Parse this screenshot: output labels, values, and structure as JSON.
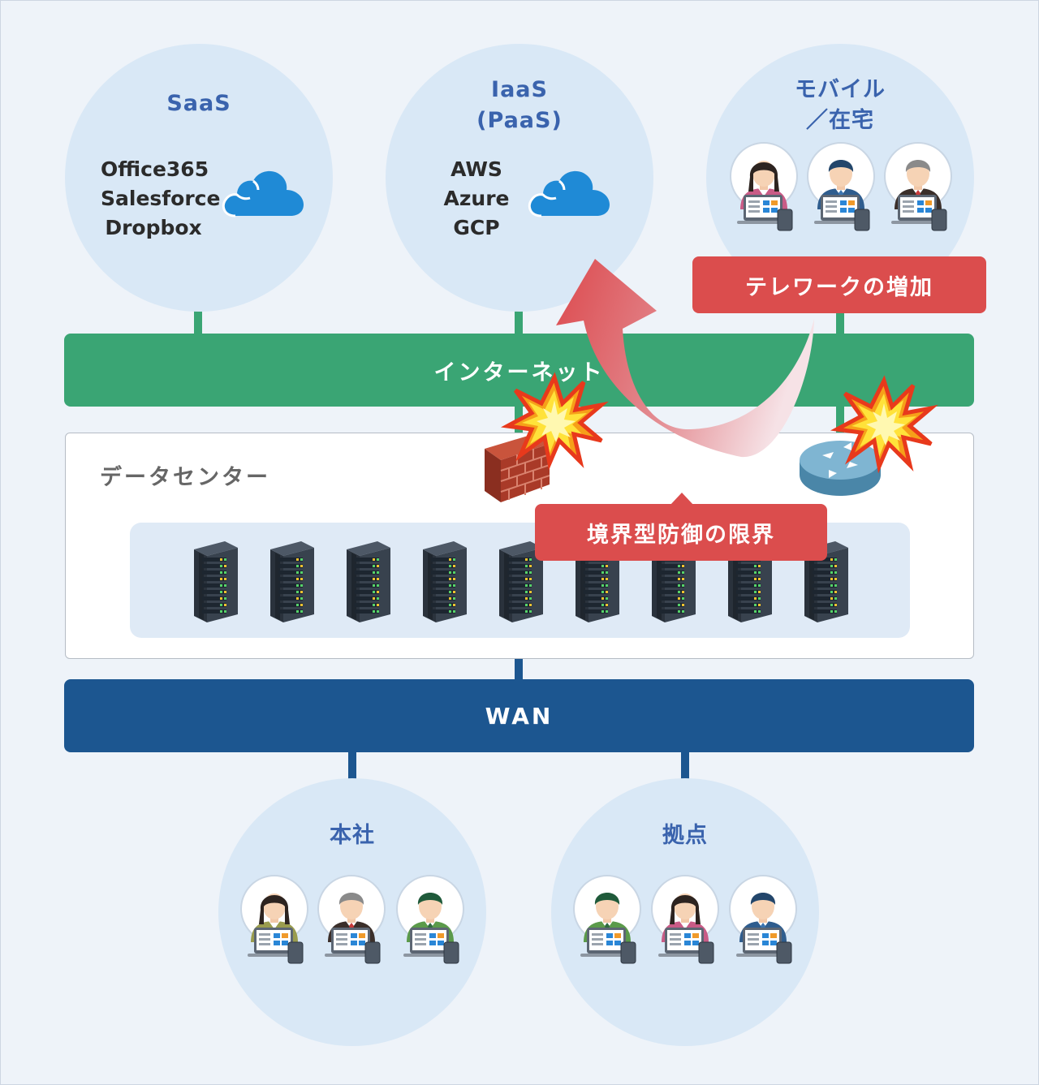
{
  "clouds": {
    "saas": {
      "title": "SaaS",
      "services": [
        "Office365",
        "Salesforce",
        "Dropbox"
      ]
    },
    "iaas": {
      "title": "IaaS\n(PaaS)",
      "services": [
        "AWS",
        "Azure",
        "GCP"
      ]
    },
    "mobile": {
      "title": "モバイル\n／在宅"
    }
  },
  "internet_label": "インターネット",
  "datacenter_label": "データセンター",
  "wan_label": "WAN",
  "sites": {
    "hq": {
      "title": "本社"
    },
    "branch": {
      "title": "拠点"
    }
  },
  "callouts": {
    "telework": "テレワークの増加",
    "perimeter": "境界型防御の限界"
  },
  "colors": {
    "internet": "#3aa574",
    "wan": "#1c5690",
    "callout": "#db4d4d",
    "circle": "#d9e8f6",
    "title_blue": "#3a63ad",
    "cloud_icon": "#1f8ad6"
  },
  "icons": [
    "cloud-icon",
    "user-icon",
    "laptop-icon",
    "server-rack-icon",
    "firewall-icon",
    "router-icon",
    "explosion-icon",
    "curved-arrow-icon"
  ],
  "people": {
    "mobile": [
      "pink",
      "blue",
      "gray"
    ],
    "hq": [
      "olive",
      "gray",
      "green"
    ],
    "branch": [
      "green",
      "pink",
      "blue"
    ]
  },
  "server_count": 9
}
